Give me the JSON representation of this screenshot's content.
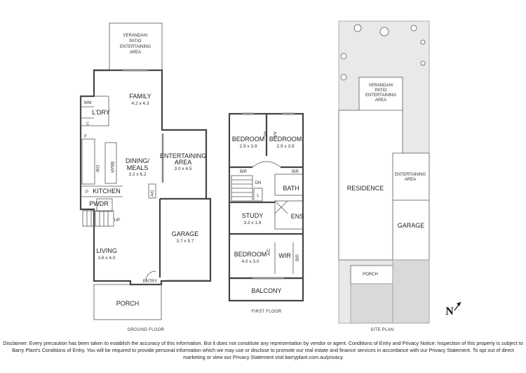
{
  "ground_floor": {
    "caption": "GROUND FLOOR",
    "rooms": {
      "verandah": {
        "name": "VERANDAH/\nPATIO\nENTERTAINING\nAREA"
      },
      "family": {
        "name": "FAMILY",
        "dim": "4.2 x 4.3"
      },
      "wm": "WM",
      "c": "C",
      "ldry": "L'DRY",
      "f": "F",
      "dw": "DW",
      "bbar": "BBAR",
      "dining": {
        "name": "DINING/\nMEALS",
        "dim": "3.2 x 6.2"
      },
      "entertaining": {
        "name": "ENTERTAINING\nAREA",
        "dim": "3.0 x 4.5"
      },
      "p": "P",
      "kitchen": "KITCHEN",
      "ac": "A/C",
      "pwdr": "PWDR",
      "up": "UP",
      "garage": {
        "name": "GARAGE",
        "dim": "3.7 x 5.7"
      },
      "living": {
        "name": "LIVING",
        "dim": "3.6 x 4.0"
      },
      "entry": "ENTRY",
      "porch": "PORCH"
    }
  },
  "first_floor": {
    "caption": "FIRST FLOOR",
    "rooms": {
      "bedroom1": {
        "name": "BEDROOM",
        "dim": "2.9 x 3.9"
      },
      "bedroom2": {
        "name": "BEDROOM",
        "dim": "2.9 x 3.9"
      },
      "ac1": "A/C",
      "ac2": "A/C",
      "bir1": "BIR",
      "bir2": "BIR",
      "dn": "DN",
      "bath": "BATH",
      "l": "L",
      "study": {
        "name": "STUDY",
        "dim": "3.3 x 1.9"
      },
      "ens": "ENS",
      "bedroom3": {
        "name": "BEDROOM",
        "dim": "4.0 x 3.0"
      },
      "ac3": "A/C",
      "wir": "WIR",
      "bir3": "BIR",
      "balcony": "BALCONY"
    }
  },
  "site_plan": {
    "caption": "SITE PLAN",
    "rooms": {
      "verandah": "VERANDAH/\nPATIO\nENTERTAINING\nAREA",
      "residence": "RESIDENCE",
      "entertaining": "ENTERTAINING\nAREA",
      "garage": "GARAGE",
      "porch": "PORCH"
    },
    "north": "N"
  },
  "disclaimer": "Disclaimer: Every precaution has been taken to establish the accuracy of this information. But it does not constitute any representation by vendor or agent. Conditions of Entry and Privacy Notice: Inspection of this property is subject to Barry Plant's Conditions of Entry. You will be required to provide personal information which we may use or disclose to promote our real estate and finance services in accordance with our Privacy Statement. To opt out of direct marketing or view our Privacy Statement visit barryplant.com.au/privacy"
}
